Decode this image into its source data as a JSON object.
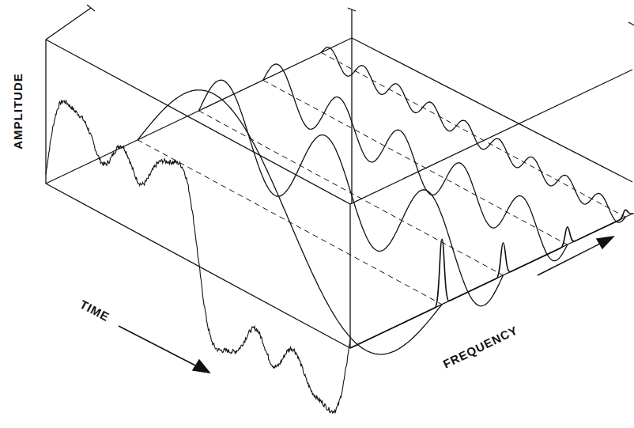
{
  "diagram": {
    "labels": [
      "AMPLITUDE",
      "TIME",
      "FREQUENCY"
    ]
  }
}
